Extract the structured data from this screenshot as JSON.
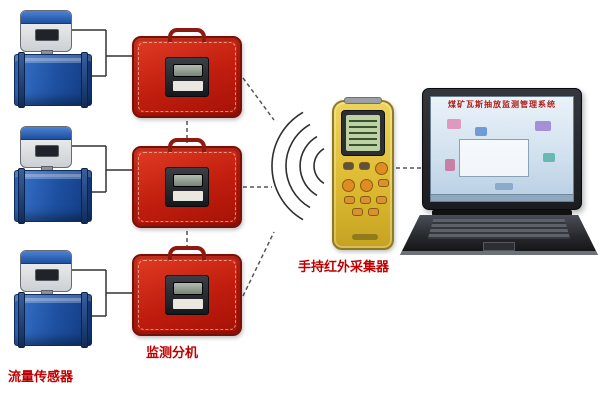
{
  "diagram": {
    "labels": {
      "flow_sensor": "流量传感器",
      "monitor_unit": "监测分机",
      "handheld_collector": "手持红外采集器"
    },
    "laptop": {
      "screen_title": "煤矿瓦斯抽放监测管理系统"
    },
    "counts": {
      "flow_sensors": 3,
      "monitor_units": 3
    },
    "colors": {
      "label_text": "#c00000",
      "monitor_box_red": "#c01d0e",
      "sensor_tank_blue": "#1d4fa0",
      "handheld_yellow": "#dcb92f"
    },
    "icons": [
      "wireless-signal-icon"
    ]
  }
}
